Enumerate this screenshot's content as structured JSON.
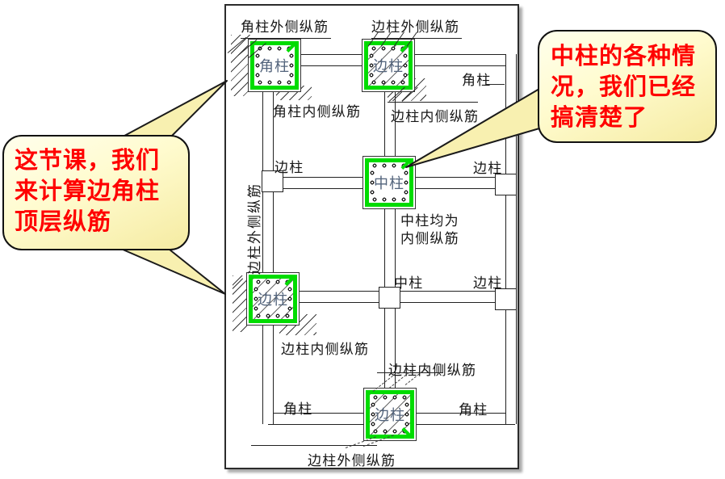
{
  "bubbles": {
    "left": {
      "text": "这节课，我们\n来计算边角柱\n顶层纵筋"
    },
    "right": {
      "text": "中柱的各种情\n况，我们已经\n搞清楚了"
    }
  },
  "diagram": {
    "columns": [
      {
        "id": "corner-top-left",
        "label": "角柱"
      },
      {
        "id": "edge-top",
        "label": "边柱"
      },
      {
        "id": "center",
        "label": "中柱"
      },
      {
        "id": "edge-left",
        "label": "边柱"
      },
      {
        "id": "edge-bottom",
        "label": "边柱"
      }
    ],
    "labels": {
      "corner_outer_top": "角柱外侧纵筋",
      "edge_outer_top": "边柱外侧纵筋",
      "corner_top_right": "角柱",
      "corner_inner_top": "角柱内侧纵筋",
      "edge_inner_top": "边柱内侧纵筋",
      "edge_mid_left": "边柱",
      "edge_mid_right": "边柱",
      "center_note": "中柱均为\n内侧纵筋",
      "edge_outer_left_vertical": "边柱外侧纵筋",
      "edge_inner_left": "边柱内侧纵筋",
      "center_row3": "中柱",
      "edge_row3": "边柱",
      "edge_inner_bottom": "边柱内侧纵筋",
      "corner_bottom_left": "角柱",
      "corner_bottom_right": "角柱",
      "edge_outer_bottom": "边柱外侧纵筋"
    },
    "colors": {
      "rebar_green": "#00DC00",
      "line": "#222222",
      "bubble_fill": "#FFFBCE",
      "bubble_text": "#FF0000"
    }
  }
}
